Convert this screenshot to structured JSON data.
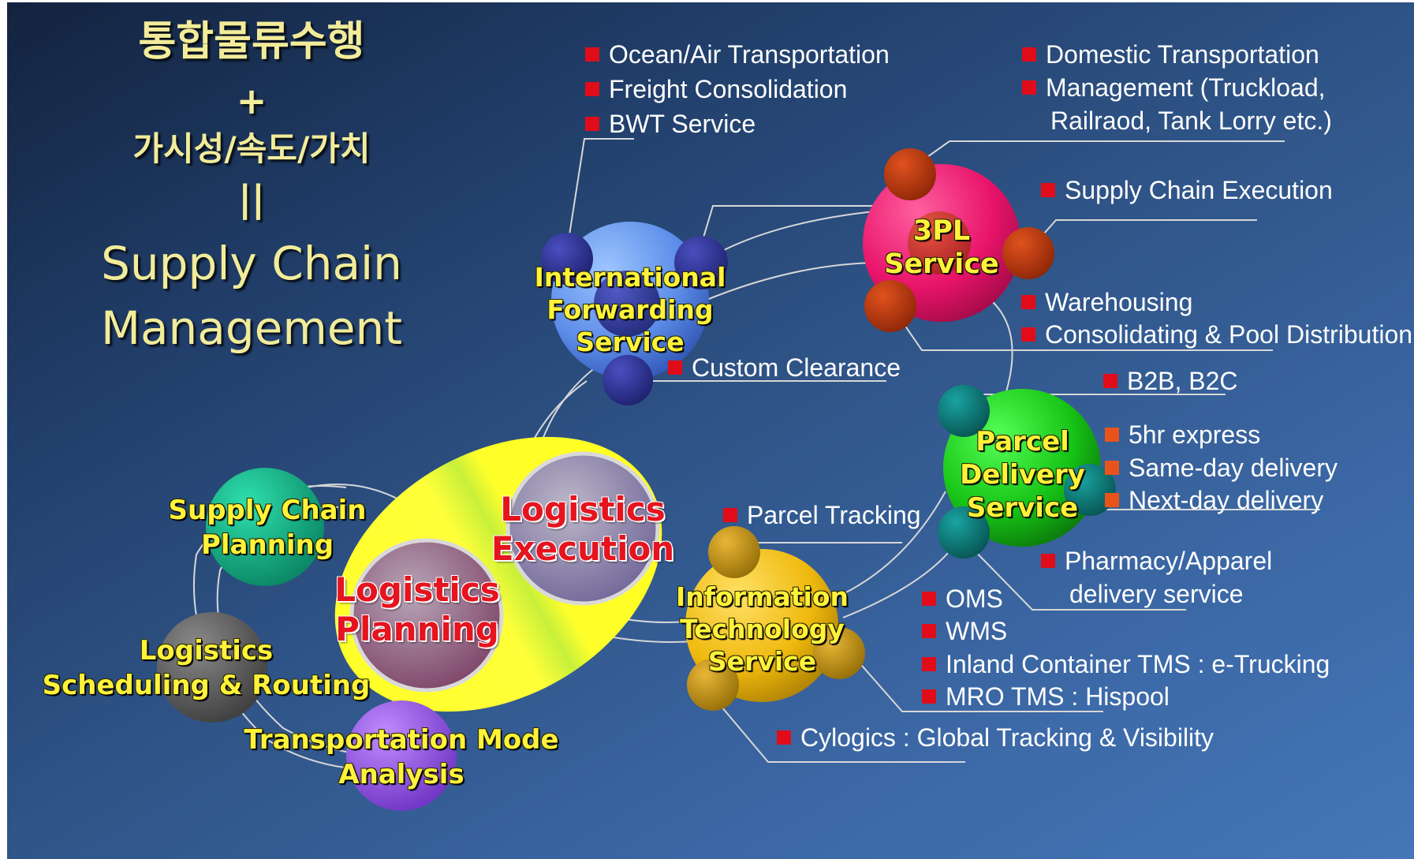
{
  "title": {
    "line1": "통합물류수행",
    "plus": "+",
    "line2": "가시성/속도/가치",
    "equals": "||",
    "scm1": "Supply Chain",
    "scm2": "Management"
  },
  "hubs": {
    "international": {
      "l1": "International",
      "l2": "Forwarding",
      "l3": "Service"
    },
    "tpl": {
      "l1": "3PL",
      "l2": "Service"
    },
    "parcel": {
      "l1": "Parcel",
      "l2": "Delivery",
      "l3": "Service"
    },
    "it": {
      "l1": "Information",
      "l2": "Technology",
      "l3": "Service"
    },
    "execution": {
      "l1": "Logistics",
      "l2": "Execution"
    },
    "planning": {
      "l1": "Logistics",
      "l2": "Planning"
    },
    "scp": {
      "l1": "Supply Chain",
      "l2": "Planning"
    },
    "lsr": {
      "l1": "Logistics",
      "l2": "Scheduling & Routing"
    },
    "tma": {
      "l1": "Transportation Mode",
      "l2": "Analysis"
    }
  },
  "bullets": {
    "ocean_air": "Ocean/Air Transportation",
    "freight": "Freight Consolidation",
    "bwt": "BWT Service",
    "domestic": "Domestic Transportation",
    "management1": "Management (Truckload,",
    "management2": "Railraod, Tank Lorry etc.)",
    "sce": "Supply Chain Execution",
    "warehousing": "Warehousing",
    "consolidating": "Consolidating & Pool Distribution",
    "custom": "Custom Clearance",
    "b2b": "B2B, B2C",
    "express5": "5hr express",
    "sameday": "Same-day delivery",
    "nextday": "Next-day delivery",
    "pharmacy1": "Pharmacy/Apparel",
    "pharmacy2": "delivery service",
    "parcel_tracking": "Parcel Tracking",
    "oms": "OMS",
    "wms": "WMS",
    "inland": "Inland Container TMS : e-Trucking",
    "mro": "MRO TMS : Hispool",
    "cylogics": "Cylogics : Global Tracking & Visibility"
  },
  "colors": {
    "background": "#2f5487",
    "title_text": "#f2ec9a",
    "hub_label": "#fff23a",
    "core_label": "#e5141e",
    "bullet_square": "#e00c1a",
    "bullet_square_orange": "#e8531a",
    "international_sphere": "#6f9ef0",
    "tpl_sphere": "#e8136a",
    "parcel_sphere": "#1fc51f",
    "it_sphere": "#f0bd10",
    "core_ellipse": "#ffff22"
  }
}
